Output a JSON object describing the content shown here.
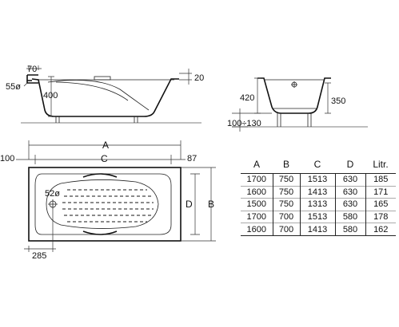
{
  "side_view": {
    "dim_overflow": "70",
    "dim_drain": "55ø",
    "dim_depth": "400",
    "dim_rim": "20"
  },
  "end_view": {
    "dim_height": "420",
    "dim_inner": "350",
    "dim_feet": "100÷130"
  },
  "plan_view": {
    "dim_A": "A",
    "dim_C": "C",
    "dim_left": "100",
    "dim_right": "87",
    "dim_D": "D",
    "dim_B": "B",
    "dim_hole": "52ø",
    "dim_offset": "285"
  },
  "table": {
    "headers": [
      "A",
      "B",
      "C",
      "D",
      "Litr."
    ],
    "rows": [
      [
        "1700",
        "750",
        "1513",
        "630",
        "185"
      ],
      [
        "1600",
        "750",
        "1413",
        "630",
        "171"
      ],
      [
        "1500",
        "750",
        "1313",
        "630",
        "165"
      ],
      [
        "1700",
        "700",
        "1513",
        "580",
        "178"
      ],
      [
        "1600",
        "700",
        "1413",
        "580",
        "162"
      ]
    ]
  }
}
